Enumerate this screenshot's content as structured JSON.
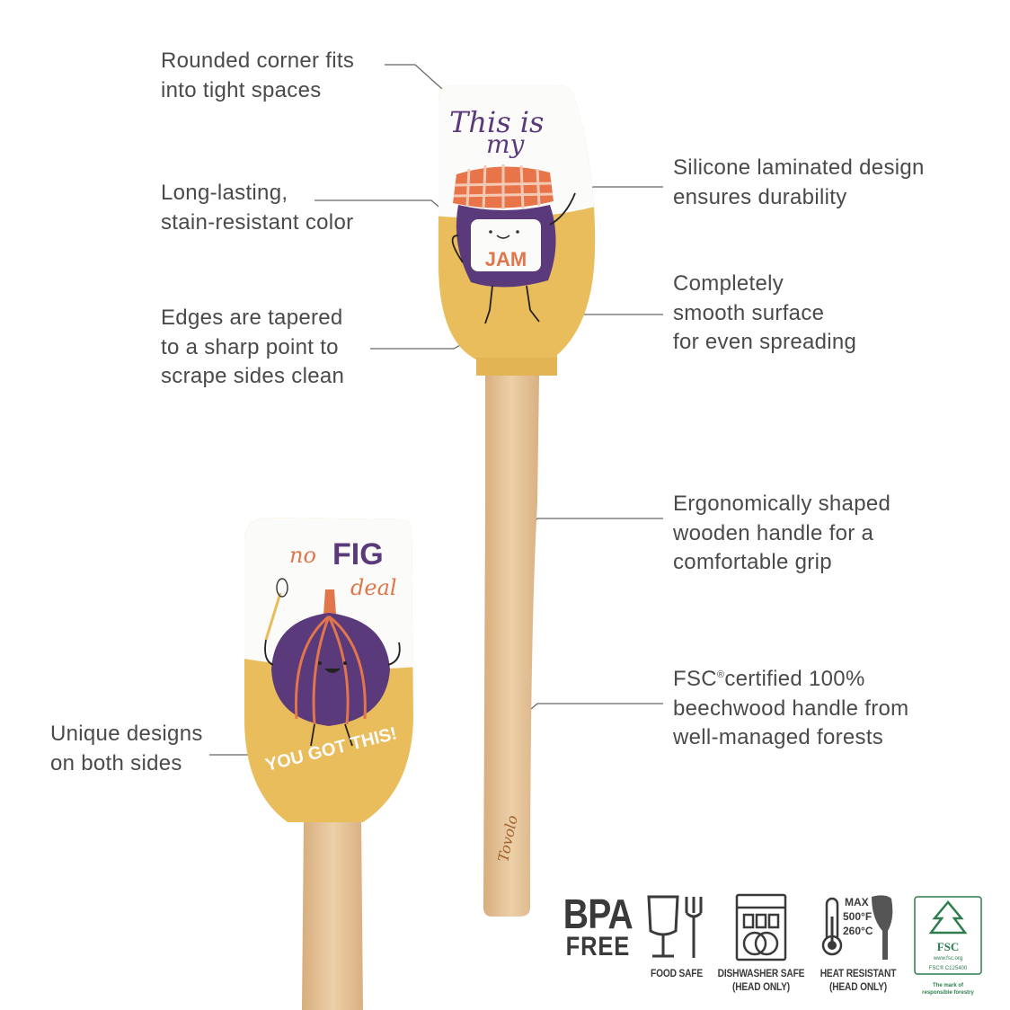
{
  "callouts": {
    "rounded_corner": [
      "Rounded corner fits",
      "into tight spaces"
    ],
    "long_lasting": [
      "Long-lasting,",
      "stain-resistant color"
    ],
    "edges": [
      "Edges are tapered",
      "to a sharp point to",
      "scrape sides clean"
    ],
    "unique": [
      "Unique designs",
      "on both sides"
    ],
    "silicone": [
      "Silicone laminated design",
      "ensures durability"
    ],
    "smooth": [
      "Completely",
      "smooth surface",
      "for even spreading"
    ],
    "ergonomic": [
      "Ergonomically shaped",
      "wooden handle for a",
      "comfortable grip"
    ],
    "fsc_line1_pre": "FSC",
    "fsc_line1_sup": "®",
    "fsc_line1_post": "certified 100%",
    "fsc_rest": [
      "beechwood handle from",
      "well-managed forests"
    ]
  },
  "spatula_large": {
    "text_top": "This is",
    "text_mid": "my",
    "jar_label": "JAM",
    "brand_engraving": "Tovolo"
  },
  "spatula_small": {
    "text_no": "no",
    "text_fig": "FIG",
    "text_deal": "deal",
    "text_bottom": "YOU GOT THIS!"
  },
  "badges": {
    "bpa_line1": "BPA",
    "bpa_line2": "FREE",
    "food_safe": "FOOD SAFE",
    "dishwasher_1": "DISHWASHER SAFE",
    "dishwasher_2": "(HEAD ONLY)",
    "heat_1": "HEAT RESISTANT",
    "heat_2": "(HEAD ONLY)",
    "heat_max": "MAX",
    "heat_f": "500°F",
    "heat_c": "260°C",
    "fsc_logo": "FSC",
    "fsc_url": "www.fsc.org",
    "fsc_code": "FSC® C125400",
    "fsc_mark_1": "The mark of",
    "fsc_mark_2": "responsible forestry"
  },
  "colors": {
    "text": "#4a4a4a",
    "yellow": "#e9bd5c",
    "purple": "#5b3a7c",
    "orange": "#e0764a",
    "wood": "#e6c49a",
    "fsc_green": "#2e7d4f"
  }
}
